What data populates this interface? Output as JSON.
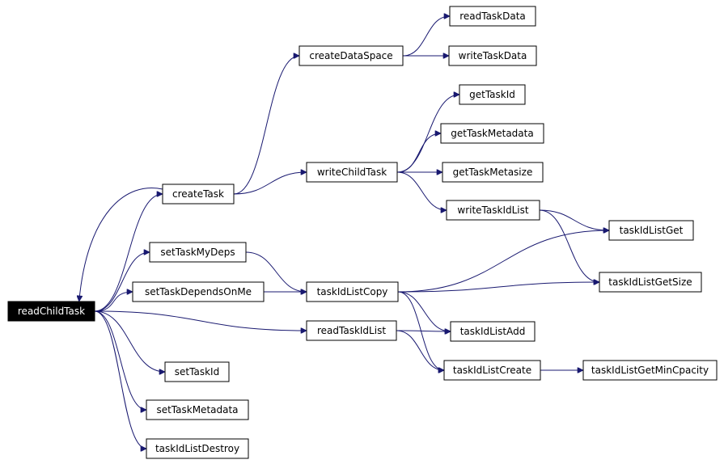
{
  "diagram": {
    "type": "call-graph",
    "colors": {
      "edge": "#191970",
      "node_border": "#000000",
      "root_fill": "#000000",
      "root_text": "#ffffff"
    },
    "nodes": [
      {
        "id": "readChildTask",
        "label": "readChildTask",
        "root": true
      },
      {
        "id": "createTask",
        "label": "createTask"
      },
      {
        "id": "setTaskMyDeps",
        "label": "setTaskMyDeps"
      },
      {
        "id": "setTaskDependsOnMe",
        "label": "setTaskDependsOnMe"
      },
      {
        "id": "setTaskId",
        "label": "setTaskId"
      },
      {
        "id": "setTaskMetadata",
        "label": "setTaskMetadata"
      },
      {
        "id": "taskIdListDestroy",
        "label": "taskIdListDestroy"
      },
      {
        "id": "createDataSpace",
        "label": "createDataSpace"
      },
      {
        "id": "writeChildTask",
        "label": "writeChildTask"
      },
      {
        "id": "taskIdListCopy",
        "label": "taskIdListCopy"
      },
      {
        "id": "readTaskIdList",
        "label": "readTaskIdList"
      },
      {
        "id": "readTaskData",
        "label": "readTaskData"
      },
      {
        "id": "writeTaskData",
        "label": "writeTaskData"
      },
      {
        "id": "getTaskId",
        "label": "getTaskId"
      },
      {
        "id": "getTaskMetadata",
        "label": "getTaskMetadata"
      },
      {
        "id": "getTaskMetasize",
        "label": "getTaskMetasize"
      },
      {
        "id": "writeTaskIdList",
        "label": "writeTaskIdList"
      },
      {
        "id": "taskIdListAdd",
        "label": "taskIdListAdd"
      },
      {
        "id": "taskIdListCreate",
        "label": "taskIdListCreate"
      },
      {
        "id": "taskIdListGet",
        "label": "taskIdListGet"
      },
      {
        "id": "taskIdListGetSize",
        "label": "taskIdListGetSize"
      },
      {
        "id": "taskIdListGetMinCpacity",
        "label": "taskIdListGetMinCpacity"
      }
    ],
    "edges": [
      {
        "from": "readChildTask",
        "to": "createTask"
      },
      {
        "from": "readChildTask",
        "to": "setTaskMyDeps"
      },
      {
        "from": "readChildTask",
        "to": "setTaskDependsOnMe"
      },
      {
        "from": "readChildTask",
        "to": "readTaskIdList"
      },
      {
        "from": "readChildTask",
        "to": "setTaskId"
      },
      {
        "from": "readChildTask",
        "to": "setTaskMetadata"
      },
      {
        "from": "readChildTask",
        "to": "taskIdListDestroy"
      },
      {
        "from": "createTask",
        "to": "createDataSpace"
      },
      {
        "from": "createTask",
        "to": "writeChildTask"
      },
      {
        "from": "createTask",
        "to": "readChildTask"
      },
      {
        "from": "createDataSpace",
        "to": "readTaskData"
      },
      {
        "from": "createDataSpace",
        "to": "writeTaskData"
      },
      {
        "from": "writeChildTask",
        "to": "getTaskId"
      },
      {
        "from": "writeChildTask",
        "to": "getTaskMetadata"
      },
      {
        "from": "writeChildTask",
        "to": "getTaskMetasize"
      },
      {
        "from": "writeChildTask",
        "to": "writeTaskIdList"
      },
      {
        "from": "writeTaskIdList",
        "to": "taskIdListGet"
      },
      {
        "from": "writeTaskIdList",
        "to": "taskIdListGetSize"
      },
      {
        "from": "setTaskMyDeps",
        "to": "taskIdListCopy"
      },
      {
        "from": "setTaskDependsOnMe",
        "to": "taskIdListCopy"
      },
      {
        "from": "taskIdListCopy",
        "to": "taskIdListGet"
      },
      {
        "from": "taskIdListCopy",
        "to": "taskIdListGetSize"
      },
      {
        "from": "taskIdListCopy",
        "to": "taskIdListAdd"
      },
      {
        "from": "taskIdListCopy",
        "to": "taskIdListCreate"
      },
      {
        "from": "readTaskIdList",
        "to": "taskIdListAdd"
      },
      {
        "from": "readTaskIdList",
        "to": "taskIdListCreate"
      },
      {
        "from": "taskIdListCreate",
        "to": "taskIdListGetMinCpacity"
      }
    ]
  }
}
